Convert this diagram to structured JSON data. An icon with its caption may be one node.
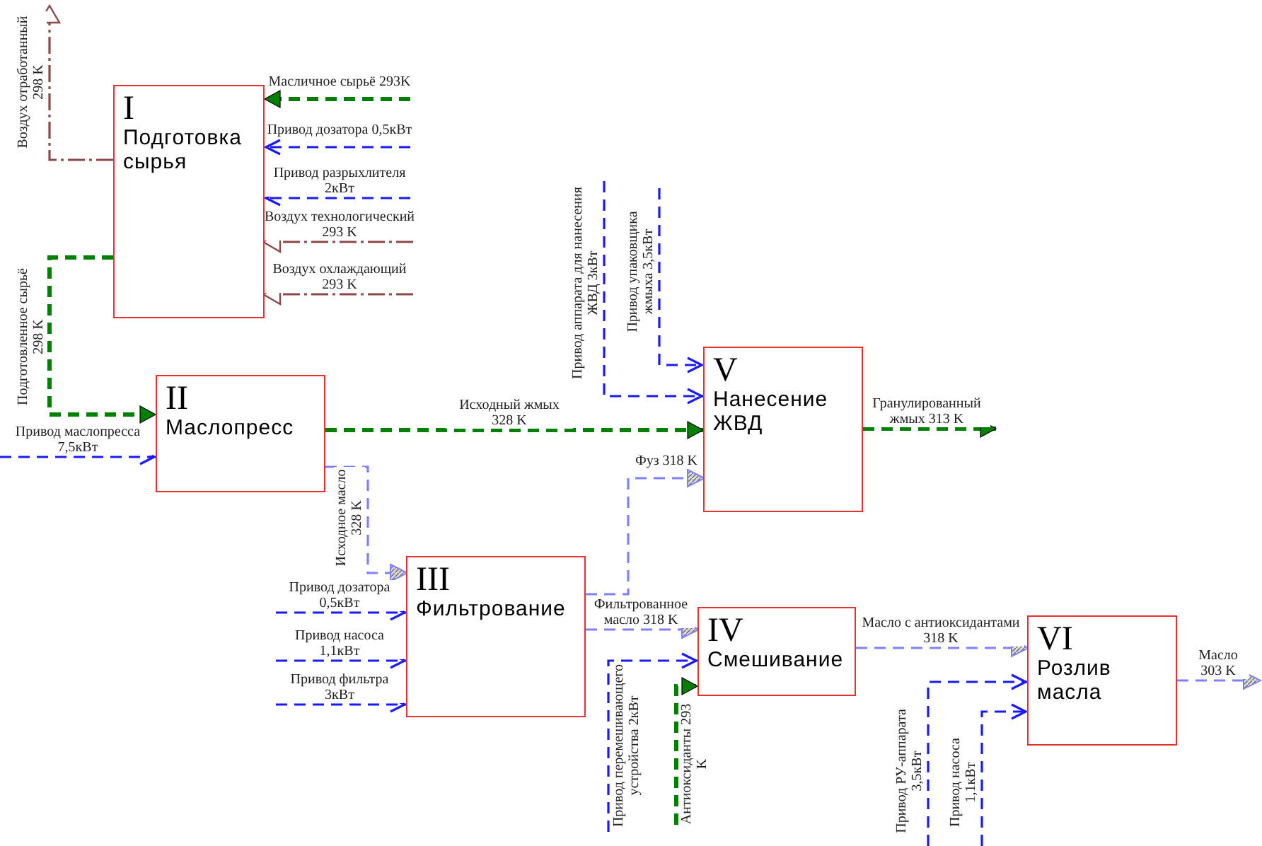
{
  "diagram": {
    "nodes": [
      {
        "text": [
          "I",
          "Подготовка сырья"
        ]
      },
      {
        "text": [
          "II",
          "Маслопресс"
        ]
      },
      {
        "text": [
          "III",
          "Фильтрование"
        ]
      },
      {
        "text": [
          "IV",
          "Смешивание"
        ]
      },
      {
        "text": [
          "V",
          "Нанесение ЖВД"
        ]
      },
      {
        "text": [
          "VI",
          "Розлив масла"
        ]
      }
    ],
    "edges": [
      {
        "from": null,
        "to": 0,
        "arrow": "to",
        "label": "Масличное сырьё 293K",
        "style": "dashed",
        "color": "#008000"
      },
      {
        "from": null,
        "to": 0,
        "arrow": "to",
        "label": "Привод дозатора 0,5кВт",
        "style": "dashed"
      },
      {
        "from": null,
        "to": 0,
        "arrow": "to",
        "label": "Привод разрыхлителя 2кВт",
        "style": "dashed"
      },
      {
        "from": null,
        "to": 0,
        "arrow": "to",
        "label": "Воздух технологический 293 K",
        "style": "dashed",
        "color": "#8b4a4a"
      },
      {
        "from": null,
        "to": 0,
        "arrow": "to",
        "label": "Воздух охлаждающий 293 K",
        "style": "dashed",
        "color": "#8b4a4a"
      },
      {
        "from": 0,
        "to": null,
        "arrow": "to",
        "label": "Воздух отработанный 298 K",
        "style": "dashed",
        "color": "#8b4a4a"
      },
      {
        "from": 0,
        "to": 1,
        "arrow": "to",
        "label": "Подготовленное сырьё 298 K",
        "style": "dashed",
        "color": "#008000"
      },
      {
        "from": null,
        "to": 1,
        "arrow": "to",
        "label": "Привод маслопресса 7,5кВт",
        "style": "dashed"
      },
      {
        "from": 1,
        "to": 4,
        "arrow": "to",
        "label": "Исходный жмых 328 K",
        "style": "dashed",
        "color": "#008000"
      },
      {
        "from": 1,
        "to": 2,
        "arrow": "to",
        "label": "Исходное масло 328 K",
        "style": "dashed",
        "color": "#8080ff"
      },
      {
        "from": null,
        "to": 2,
        "arrow": "to",
        "label": "Привод дозатора 0,5кВт",
        "style": "dashed"
      },
      {
        "from": null,
        "to": 2,
        "arrow": "to",
        "label": "Привод насоса 1,1кВт",
        "style": "dashed"
      },
      {
        "from": null,
        "to": 2,
        "arrow": "to",
        "label": "Привод фильтра 3кВт",
        "style": "dashed"
      },
      {
        "from": 2,
        "to": 4,
        "arrow": "to",
        "label": "Фуз 318 K",
        "style": "dashed",
        "color": "#8080ff"
      },
      {
        "from": 2,
        "to": 3,
        "arrow": "to",
        "label": "Фильтрованное масло 318 K",
        "style": "dashed",
        "color": "#8080ff"
      },
      {
        "from": null,
        "to": 4,
        "arrow": "to",
        "label": "Привод аппарата для нанесения ЖВД 3кВт",
        "style": "dashed"
      },
      {
        "from": null,
        "to": 4,
        "arrow": "to",
        "label": "Привод упаковщика жмыха 3,5кВт",
        "style": "dashed"
      },
      {
        "from": 4,
        "to": null,
        "arrow": "to",
        "label": "Гранулированный жмых 313 K",
        "style": "dashed",
        "color": "#008000"
      },
      {
        "from": null,
        "to": 3,
        "arrow": "to",
        "label": "Привод перемешивающего устройства 2кВт",
        "style": "dashed"
      },
      {
        "from": null,
        "to": 3,
        "arrow": "to",
        "label": "Антиоксиданты 293 K",
        "style": "dashed",
        "color": "#008000"
      },
      {
        "from": 3,
        "to": 5,
        "arrow": "to",
        "label": "Масло с антиоксидантами 318 K",
        "style": "dashed",
        "color": "#8080ff"
      },
      {
        "from": null,
        "to": 5,
        "arrow": "to",
        "label": "Привод РУ-аппарата 3,5кВт",
        "style": "dashed"
      },
      {
        "from": null,
        "to": 5,
        "arrow": "to",
        "label": "Привод насоса 1,1кВт",
        "style": "dashed"
      },
      {
        "from": 5,
        "to": null,
        "arrow": "to",
        "label": "Масло 303 K",
        "style": "dashed",
        "color": "#8080ff"
      }
    ]
  }
}
